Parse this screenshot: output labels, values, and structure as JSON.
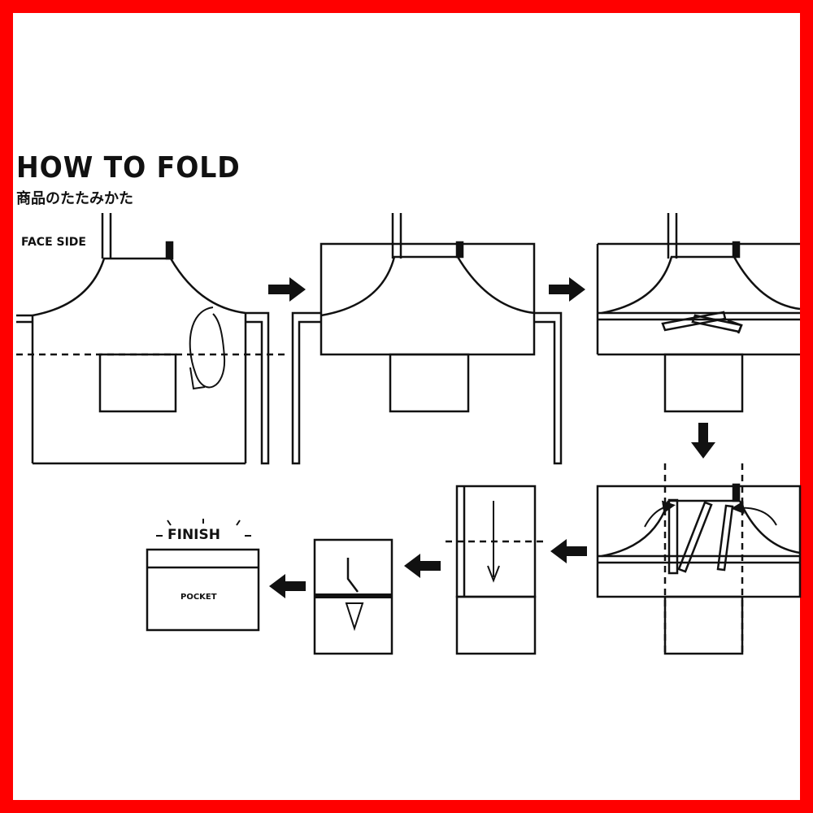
{
  "heading": {
    "title": "HOW TO FOLD",
    "subtitle": "商品のたたみかた"
  },
  "labels": {
    "face_side": "FACE SIDE",
    "finish": "FINISH",
    "pocket": "POCKET"
  },
  "colors": {
    "border": "#ff0000",
    "ink": "#111111",
    "background": "#ffffff"
  }
}
